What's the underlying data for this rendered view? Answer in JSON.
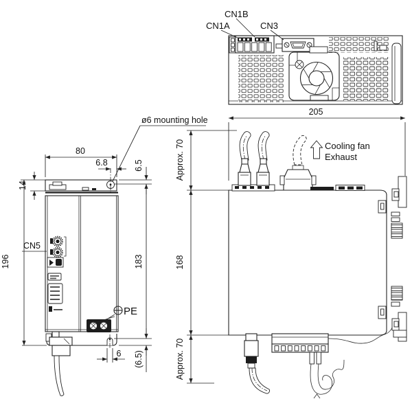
{
  "connectors": {
    "cn1a": "CN1A",
    "cn1b": "CN1B",
    "cn3": "CN3",
    "cn5": "CN5"
  },
  "callouts": {
    "mounting_hole": "ø6 mounting hole",
    "pe": "PE",
    "cooling_fan": "Cooling fan",
    "exhaust": "Exhaust"
  },
  "front_dims": {
    "width": "80",
    "hole_offset": "6.8",
    "top_offset": "6.5",
    "flange": "14",
    "height": "196",
    "pitch": "183",
    "slot": "6",
    "bottom_offset": "(6.5)"
  },
  "side_dims": {
    "depth": "205",
    "top_clear": "Approx. 70",
    "body": "168",
    "bottom_clear": "Approx. 70"
  }
}
